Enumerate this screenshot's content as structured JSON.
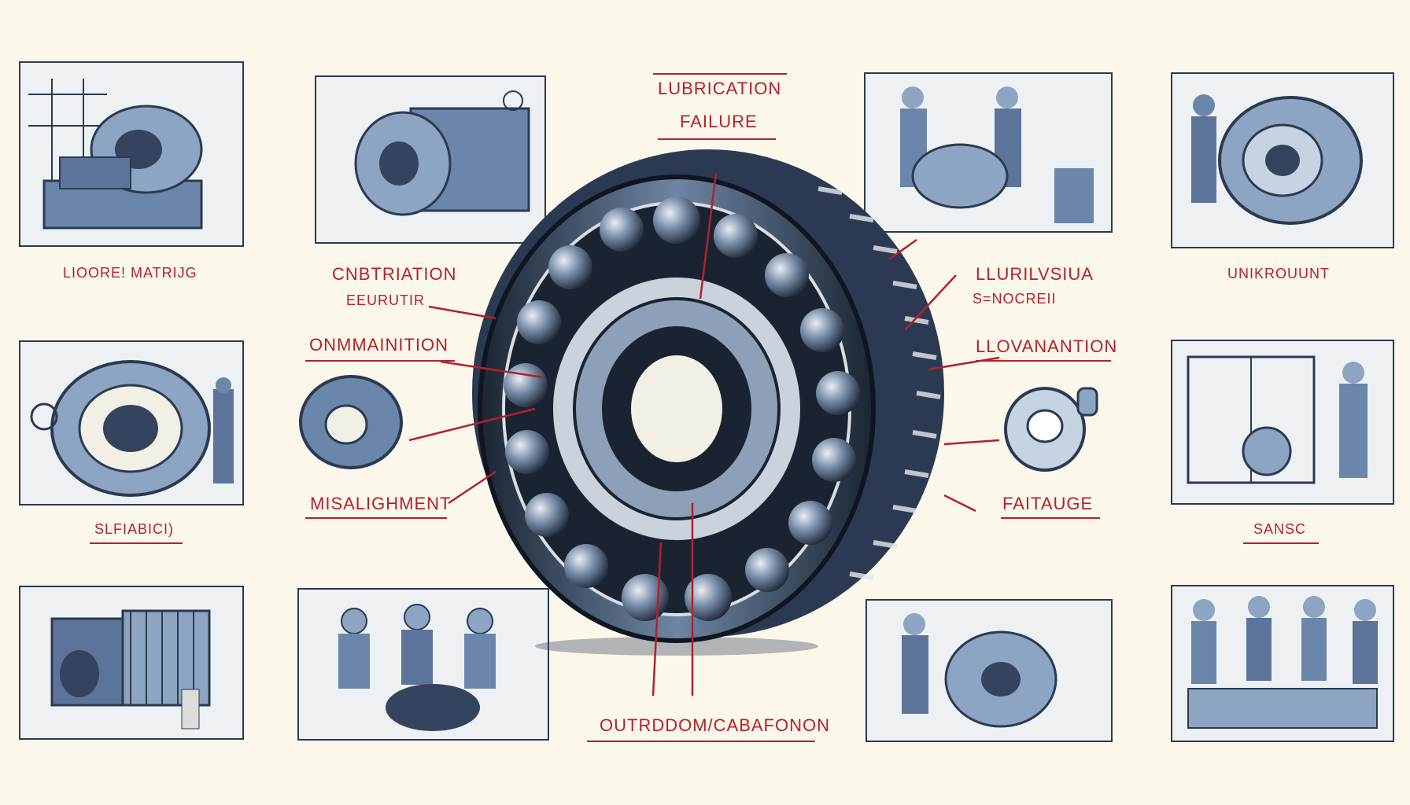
{
  "colors": {
    "background": "#fbf7ea",
    "ink": "#2b3a52",
    "steel": "#6b86ab",
    "accent_red": "#b3212b"
  },
  "diagram": {
    "center_subject": "bearing-illustration",
    "labels": {
      "top": [
        "LUBRICATION",
        "FAILURE"
      ],
      "left_top": "LIOORE! MATRIJG",
      "left_mid_1": "CNBTRIATION",
      "left_mid_1_sub": "EEURUTIR",
      "left_mid_2": "ONMMAINITION",
      "left_bottom_1": "MISALIGHMENT",
      "left_bottom_2": "SLFIABICI)",
      "right_top": "UNIKROUUNT",
      "right_mid_1": "LLURILVSIUA",
      "right_mid_1_sub": "S=NOCREII",
      "right_mid_2": "LLOVANANTION",
      "right_bottom_1": "FAITAUGE",
      "right_bottom_2": "SANSC",
      "bottom": "OUTRDDOM/CABAFONON"
    }
  }
}
